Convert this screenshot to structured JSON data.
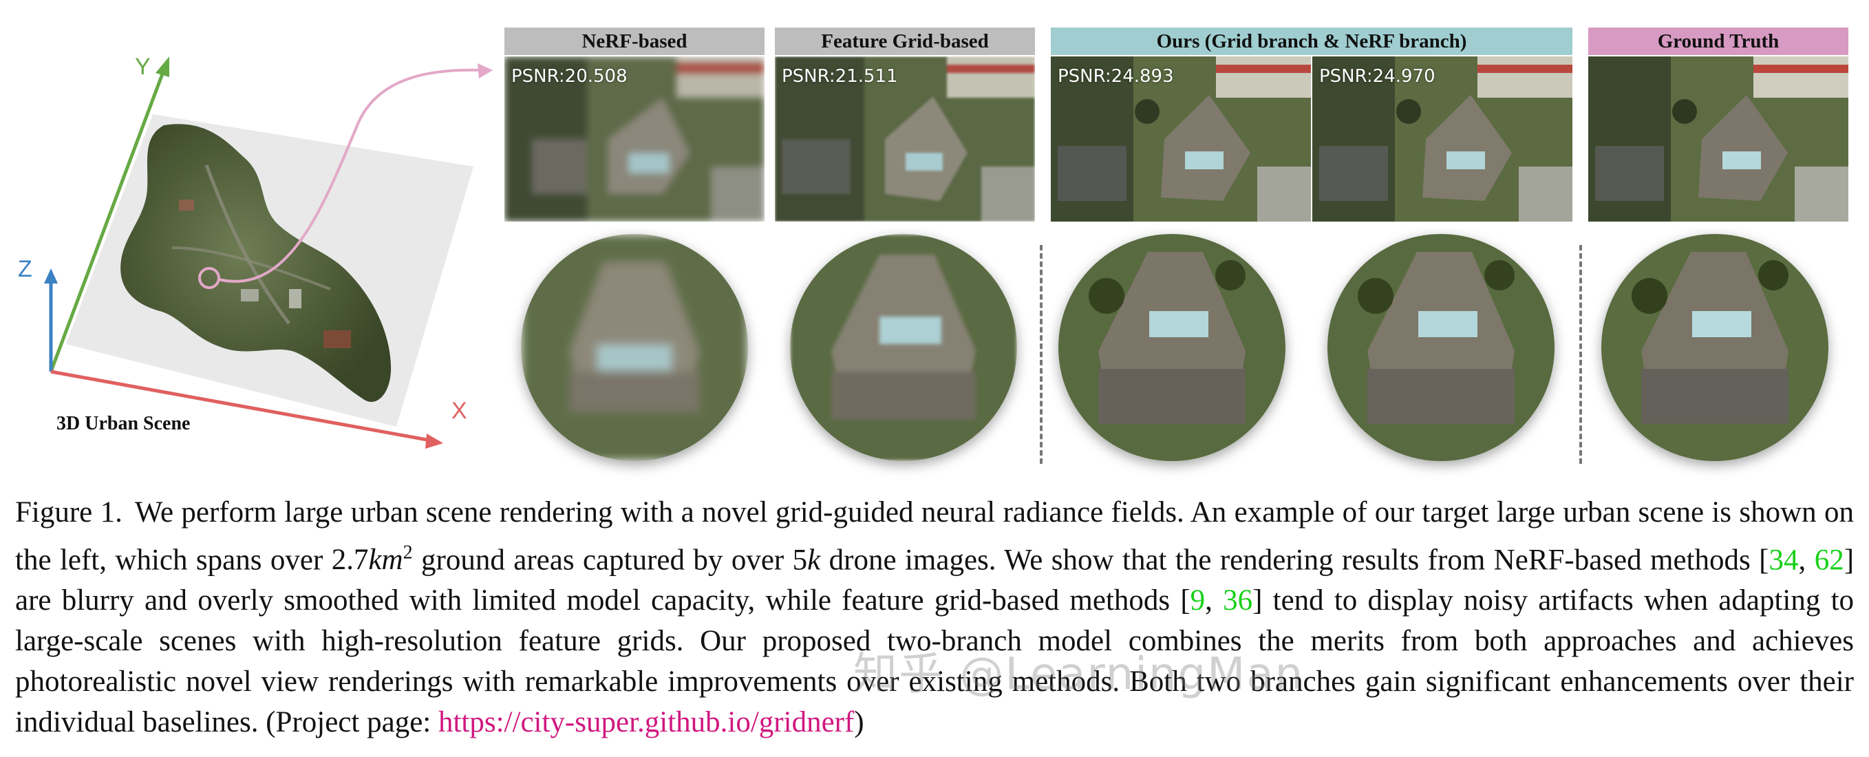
{
  "scene": {
    "axes": {
      "x": "X",
      "y": "Y",
      "z": "Z"
    },
    "label": "3D Urban Scene",
    "colors": {
      "x_axis": "#e06060",
      "y_axis": "#66aa44",
      "z_axis": "#3b82c4",
      "link_curve": "#e2a8c8"
    }
  },
  "headers": {
    "nerf": "NeRF-based",
    "grid": "Feature Grid-based",
    "ours": "Ours (Grid branch & NeRF branch)",
    "gt": "Ground Truth"
  },
  "psnr": {
    "nerf": "PSNR:20.508",
    "grid": "PSNR:21.511",
    "ours_grid": "PSNR:24.893",
    "ours_nerf": "PSNR:24.970"
  },
  "caption": {
    "figure_label": "Figure 1.",
    "part1": "We perform large urban scene rendering with a novel grid-guided neural radiance fields. An example of our target large urban scene is shown on the left, which spans over ",
    "area_value": "2.7",
    "area_unit": "km",
    "area_exp": "2",
    "part2": " ground areas captured by over ",
    "drone_value": "5",
    "drone_unit": "k",
    "part3": " drone images. We show that the rendering results from NeRF-based methods [",
    "cite1": "34",
    "cite_sep1": ", ",
    "cite2": "62",
    "part4": "] are blurry and overly smoothed with limited model capacity, while feature grid-based methods [",
    "cite3": "9",
    "cite_sep2": ", ",
    "cite4": "36",
    "part5": "] tend to display noisy artifacts when adapting to large-scale scenes with high-resolution feature grids. Our proposed two-branch model combines the merits from both approaches and achieves photorealistic novel view renderings with remarkable improvements over existing methods. Both two branches gain significant enhancements over their individual baselines. (Project page: ",
    "link": "https://city-super.github.io/gridnerf",
    "part6": ")"
  },
  "watermark": "知乎 @LearningMan",
  "colors": {
    "header_grey": "#bdbdbd",
    "header_teal": "#9fcdd0",
    "header_pink": "#d79ac2",
    "citation": "#18d018",
    "link": "#d01880"
  }
}
